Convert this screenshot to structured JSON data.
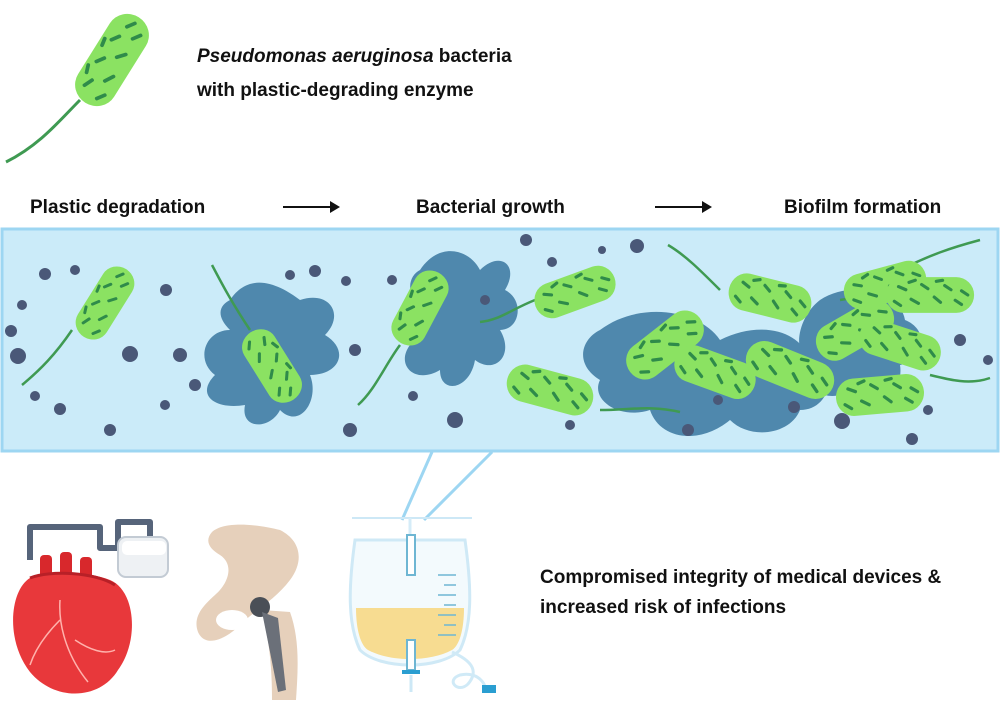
{
  "legend": {
    "species": "Pseudomonas aeruginosa",
    "line1_rest": " bacteria",
    "line2": "with plastic-degrading enzyme"
  },
  "steps": [
    {
      "label": "Plastic degradation"
    },
    {
      "label": "Bacterial growth"
    },
    {
      "label": "Biofilm formation"
    }
  ],
  "caption": {
    "line1": "Compromised integrity of medical devices &",
    "line2": "increased risk of infections"
  },
  "colors": {
    "bacteria": "#8be262",
    "bacteria_marks": "#2f8b4a",
    "flagellum": "#3f9a52",
    "plastic_band": "#cbebf9",
    "band_border": "#9dd6f2",
    "plastic_blob": "#4f88ad",
    "particle": "#4a5878",
    "heart": "#e8383b",
    "bone": "#e6d0bb",
    "urine": "#f7dc91"
  },
  "devices": [
    "pacemaker-heart",
    "hip-implant",
    "urinary-catheter-bag"
  ]
}
